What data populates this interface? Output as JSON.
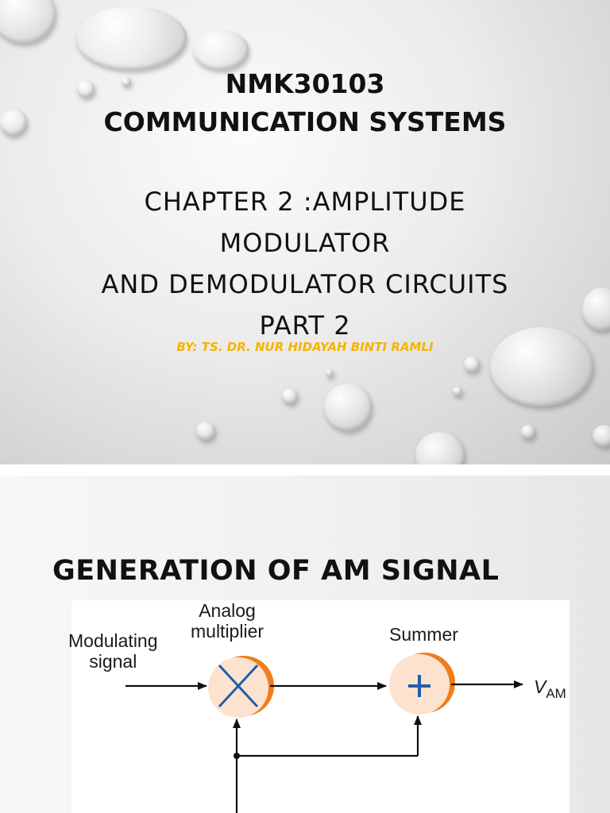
{
  "slide1": {
    "course_code": "NMK30103",
    "course_name": "COMMUNICATION SYSTEMS",
    "chapter_line1": "CHAPTER 2 :AMPLITUDE",
    "chapter_line2": "MODULATOR",
    "chapter_line3": "AND DEMODULATOR CIRCUITS",
    "chapter_line4": "PART 2",
    "author": "BY: TS. DR. NUR HIDAYAH BINTI RAMLI",
    "author_color": "#f4b400"
  },
  "slide2": {
    "title": "GENERATION OF AM SIGNAL",
    "diagram": {
      "input_label_line1": "Modulating",
      "input_label_line2": "signal",
      "multiplier_label_line1": "Analog",
      "multiplier_label_line2": "multiplier",
      "summer_label": "Summer",
      "output_label": "V",
      "output_subscript": "AM",
      "multiplier_symbol": "×",
      "summer_symbol": "+",
      "block_fill": "#fde3cf",
      "block_accent": "#f07c1b",
      "symbol_color": "#1f5fa8"
    }
  }
}
